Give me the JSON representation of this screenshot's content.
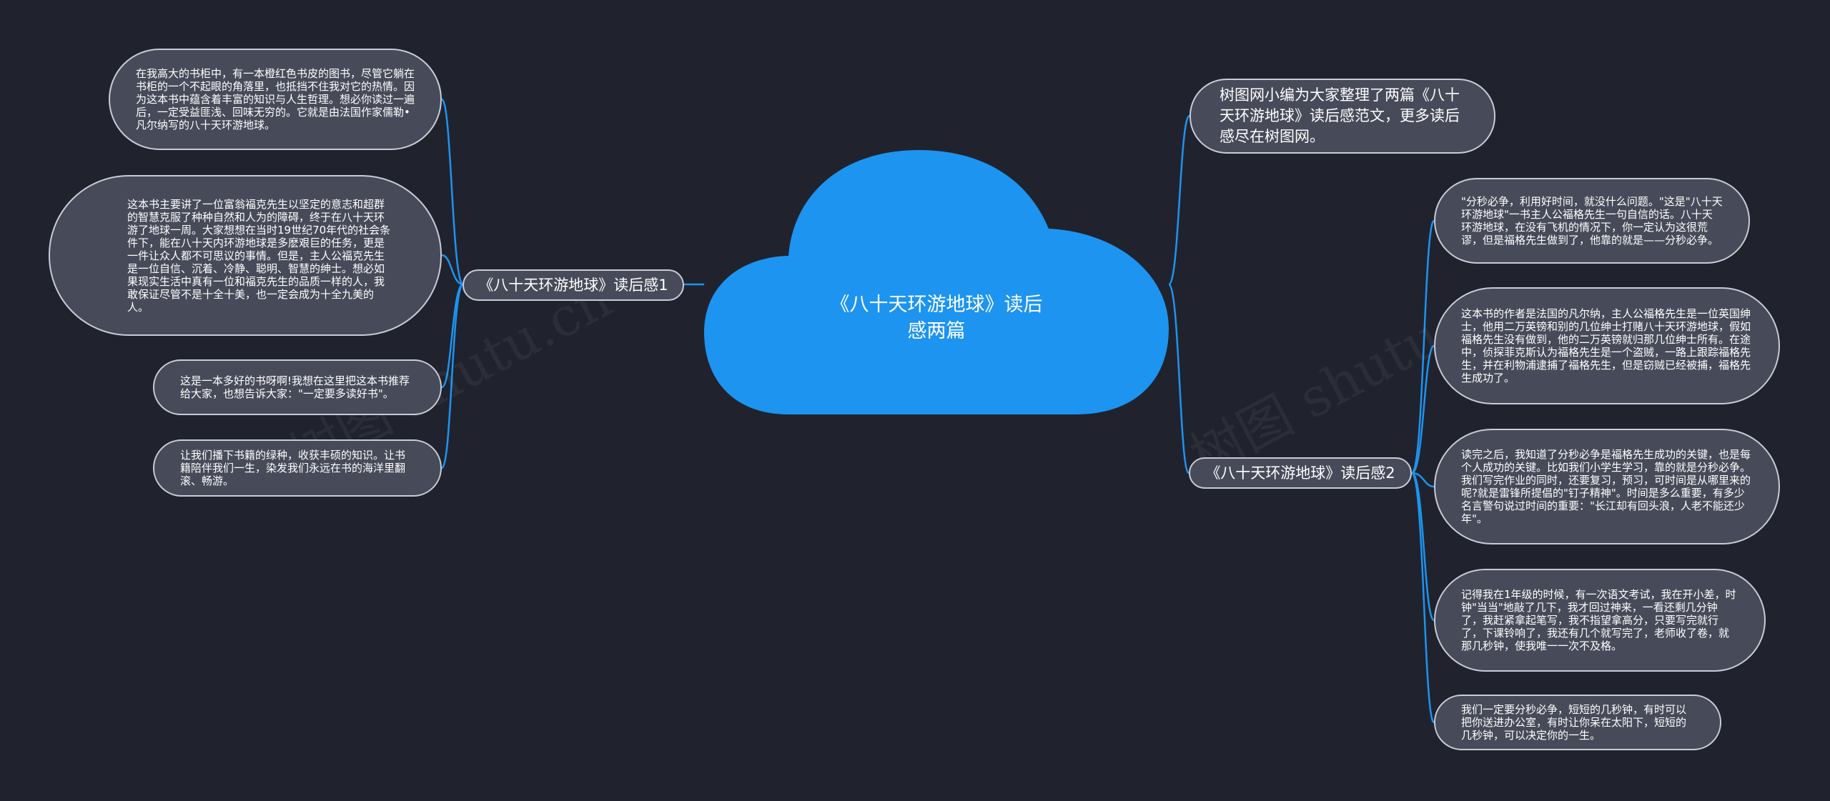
{
  "root": {
    "title": "《八十天环游地球》读后感两篇"
  },
  "intro": {
    "text": "树图网小编为大家整理了两篇《八十天环游地球》读后感范文，更多读后感尽在树图网。"
  },
  "branches": [
    {
      "label": "《八十天环游地球》读后感1",
      "children": [
        "在我高大的书柜中，有一本橙红色书皮的图书，尽管它躺在书柜的一个不起眼的角落里，也抵挡不住我对它的热情。因为这本书中蕴含着丰富的知识与人生哲理。想必你读过一遍后，一定受益匪浅、回味无穷的。它就是由法国作家儒勒•凡尔纳写的八十天环游地球。",
        "这本书主要讲了一位富翁福克先生以坚定的意志和超群的智慧克服了种种自然和人为的障碍，终于在八十天环游了地球一周。大家想想在当时19世纪70年代的社会条件下，能在八十天内环游地球是多麽艰巨的任务，更是一件让众人都不可思议的事情。但是，主人公福克先生是一位自信、沉着、冷静、聪明、智慧的绅士。想必如果现实生活中真有一位和福克先生的品质一样的人，我敢保证尽管不是十全十美，也一定会成为十全九美的人。",
        "这是一本多好的书呀啊!我想在这里把这本书推荐给大家，也想告诉大家：\"一定要多读好书\"。",
        "让我们播下书籍的绿种，收获丰硕的知识。让书籍陪伴我们一生，染发我们永远在书的海洋里翻滚、畅游。"
      ]
    },
    {
      "label": "《八十天环游地球》读后感2",
      "children": [
        "\"分秒必争，利用好时间，就没什么问题。\"这是\"八十天环游地球\"一书主人公福格先生一句自信的话。八十天环游地球，在没有飞机的情况下，你一定认为这很荒谬，但是福格先生做到了，他靠的就是——分秒必争。",
        "这本书的作者是法国的凡尔纳，主人公福格先生是一位英国绅士，他用二万英镑和别的几位绅士打赌八十天环游地球，假如福格先生没有做到，他的二万英镑就归那几位绅士所有。在途中，侦探菲克斯认为福格先生是一个盗贼，一路上跟踪福格先生，并在利物浦逮捕了福格先生，但是窃贼已经被捕，福格先生成功了。",
        "读完之后，我知道了分秒必争是福格先生成功的关键，也是每个人成功的关键。比如我们小学生学习，靠的就是分秒必争。我们写完作业的同时，还要复习，预习，可时间是从哪里来的呢?就是雷锋所提倡的\"钉子精神\"。时间是多么重要，有多少名言警句说过时间的重要：\"长江却有回头浪，人老不能还少年\"。",
        "记得我在1年级的时候，有一次语文考试，我在开小差，时钟\"当当\"地敲了几下，我才回过神来，一看还剩几分钟了，我赶紧拿起笔写，我不指望拿高分，只要写完就行了，下课铃响了，我还有几个就写完了，老师收了卷，就那几秒钟，使我唯一一次不及格。",
        "我们一定要分秒必争，短短的几秒钟，有时可以把你送进办公室，有时让你呆在太阳下，短短的几秒钟，可以决定你的一生。"
      ]
    }
  ],
  "colors": {
    "background": "#20232e",
    "root_fill": "#1d94f0",
    "node_fill": "#474b59",
    "node_border": "#c8ccd6",
    "link": "#1d94f0",
    "text": "#ffffff"
  }
}
